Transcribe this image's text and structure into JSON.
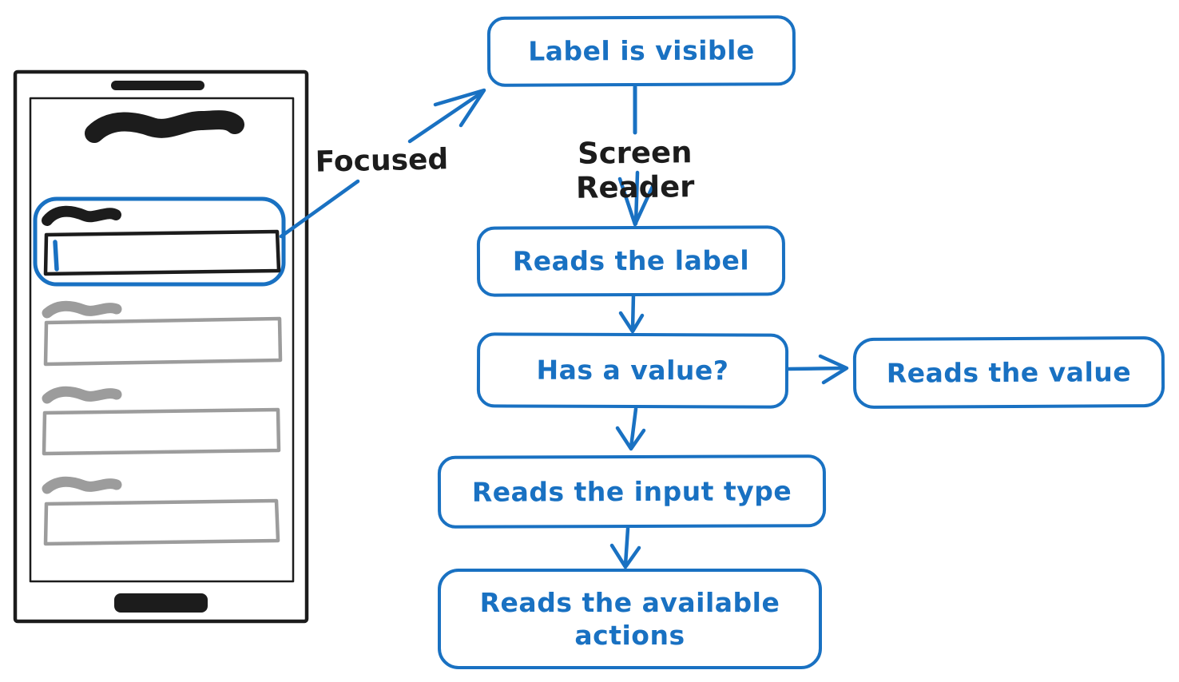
{
  "colors": {
    "blue": "#1971c2",
    "ink": "#1c1c1c",
    "gray": "#9c9c9c"
  },
  "flow": {
    "nodes": {
      "label_visible": "Label is visible",
      "reads_label": "Reads the label",
      "has_value": "Has a value?",
      "reads_value": "Reads the value",
      "reads_input_type": "Reads the input type",
      "reads_available_actions": "Reads the available actions"
    },
    "annotations": {
      "screen_reader": "Screen Reader",
      "focused": "Focused"
    }
  }
}
